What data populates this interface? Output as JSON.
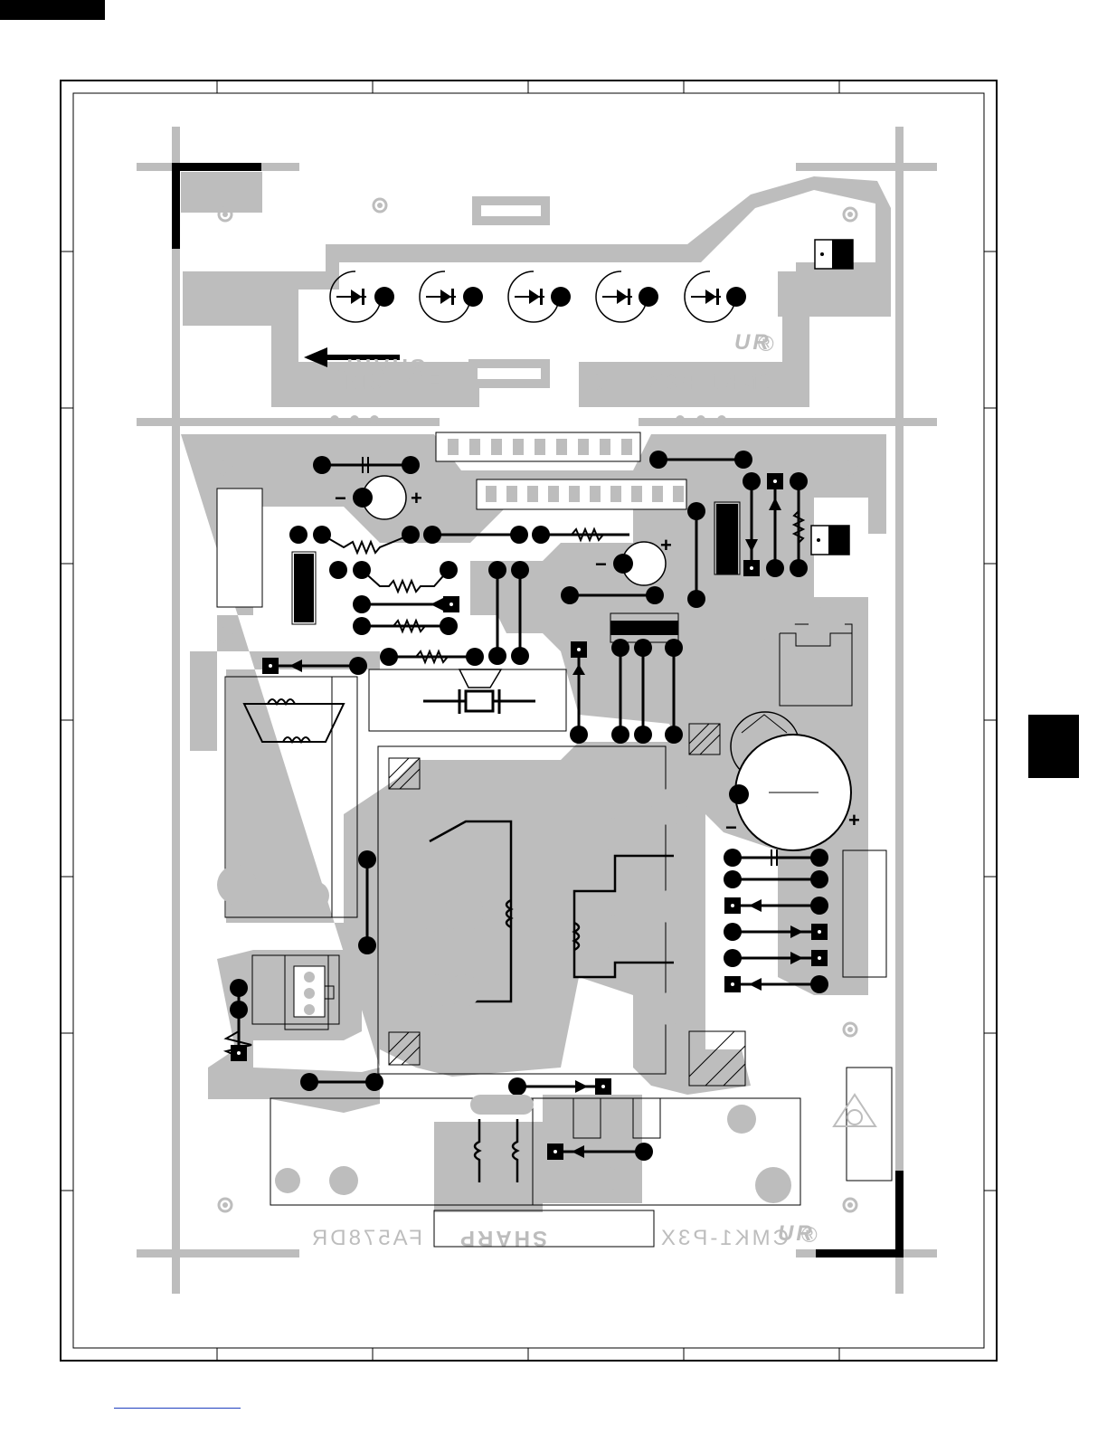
{
  "silkscreen": {
    "top_brand": "SHARP",
    "top_model": "FA578DR",
    "top_board_id": "CMK1-P3X",
    "bottom_model": "FA578DR",
    "bottom_brand": "SHARP",
    "bottom_board_id": "CMK1-P3X",
    "ur_mark": "UR",
    "registered": "®"
  },
  "polarity": {
    "plus": "+",
    "minus": "−"
  },
  "colors": {
    "copper": "#bdbdbd",
    "ink": "#000000",
    "link": "#1f3fbf"
  }
}
